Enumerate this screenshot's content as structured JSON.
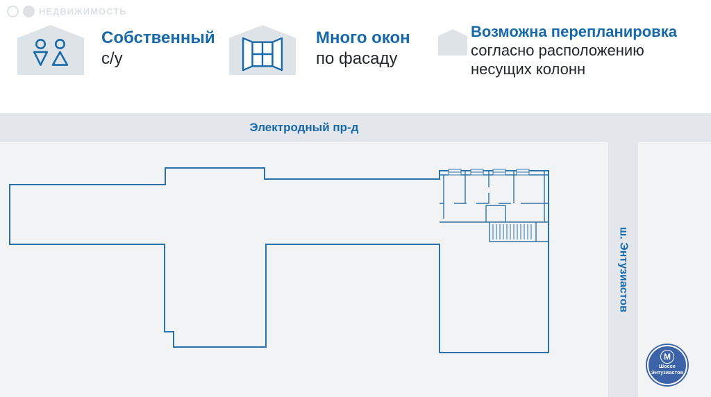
{
  "watermark": {
    "text": "недвижимость"
  },
  "features": [
    {
      "icon": "wc-icon",
      "line1": "Собственный",
      "line2": "с/у"
    },
    {
      "icon": "window-icon",
      "line1": "Много окон",
      "line2": "по фасаду"
    },
    {
      "icon": "house-icon",
      "line1": "Возможна перепланировка",
      "line2": "согласно расположению",
      "line3": "несущих колонн"
    }
  ],
  "streets": {
    "horizontal": "Электродный пр-д",
    "vertical": "ш. Энтузиастов"
  },
  "metro": {
    "letter": "М",
    "name_line1": "Шоссе",
    "name_line2": "Энтузиастов"
  },
  "colors": {
    "accent_blue": "#1769aa",
    "text_dark": "#23272c",
    "band_gray": "#e3e6ea",
    "plan_background": "#f1f3f5",
    "outline_blue": "#2a71a9",
    "metro_blue": "#3c63a8",
    "icon_gray": "#dee3e8"
  }
}
